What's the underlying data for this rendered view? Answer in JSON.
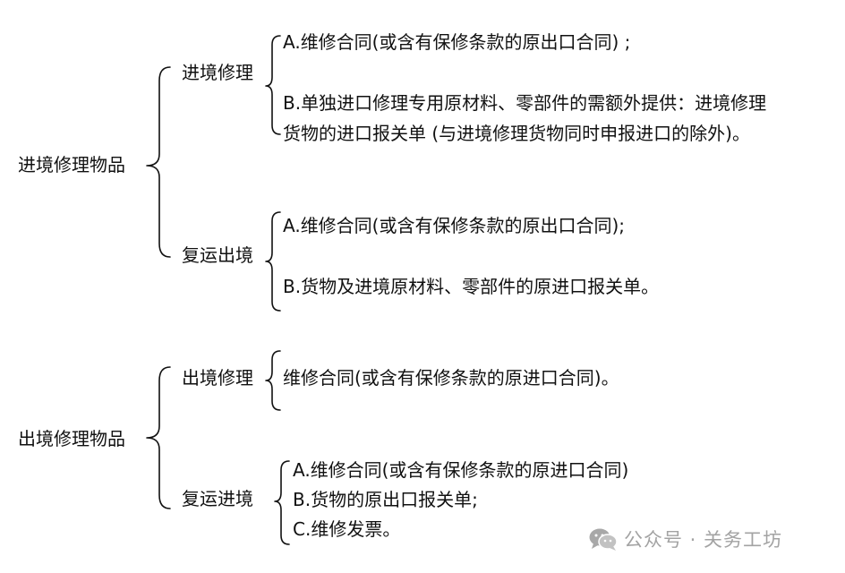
{
  "sections": [
    {
      "title": "进境修理物品",
      "branches": [
        {
          "label": "进境修理",
          "items": [
            "A.维修合同(或含有保修条款的原出口合同) ;",
            "B.单独进口修理专用原材料、零部件的需额外提供：进境修理",
            "货物的进口报关单  (与进境修理货物同时申报进口的除外)。"
          ]
        },
        {
          "label": "复运出境",
          "items": [
            "A.维修合同(或含有保修条款的原出口合同);",
            "B.货物及进境原材料、零部件的原进口报关单。"
          ]
        }
      ]
    },
    {
      "title": "出境修理物品",
      "branches": [
        {
          "label": "出境修理",
          "items": [
            "维修合同(或含有保修条款的原进口合同)。"
          ]
        },
        {
          "label": "复运进境",
          "items": [
            "A.维修合同(或含有保修条款的原进口合同)",
            "B.货物的原出口报关单;",
            "C.维修发票。"
          ]
        }
      ]
    }
  ],
  "watermark": {
    "text": "公众号 · 关务工坊",
    "icon": "wechat-icon"
  }
}
